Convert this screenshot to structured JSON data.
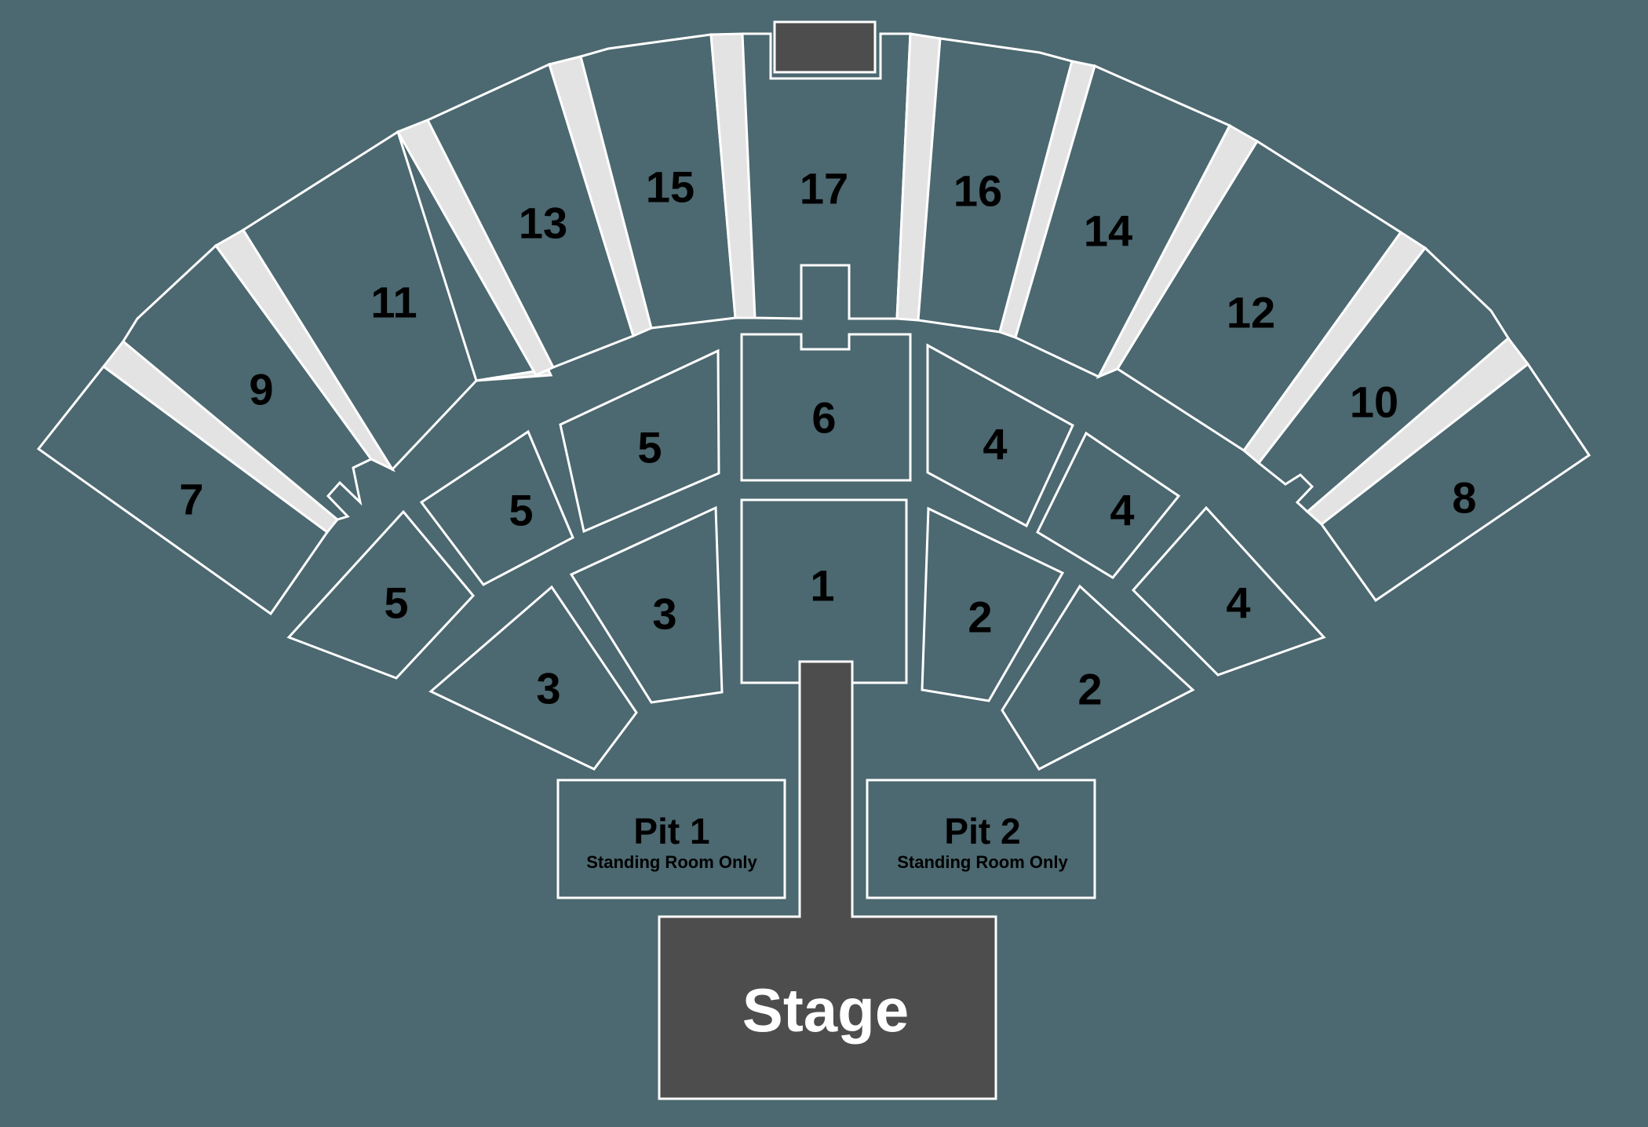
{
  "colors": {
    "background": "#4c6870",
    "section_outline": "#ffffff",
    "aisle": "#e3e3e3",
    "stage": "#4d4d4d",
    "label": "#000000",
    "stage_label": "#ffffff"
  },
  "stage": {
    "label": "Stage"
  },
  "pits": [
    {
      "label": "Pit 1",
      "sublabel": "Standing Room Only"
    },
    {
      "label": "Pit 2",
      "sublabel": "Standing Room Only"
    }
  ],
  "upper_sections": [
    {
      "id": "7",
      "label": "7"
    },
    {
      "id": "9",
      "label": "9"
    },
    {
      "id": "11",
      "label": "11"
    },
    {
      "id": "13",
      "label": "13"
    },
    {
      "id": "15",
      "label": "15"
    },
    {
      "id": "17",
      "label": "17"
    },
    {
      "id": "16",
      "label": "16"
    },
    {
      "id": "14",
      "label": "14"
    },
    {
      "id": "12",
      "label": "12"
    },
    {
      "id": "10",
      "label": "10"
    },
    {
      "id": "8",
      "label": "8"
    }
  ],
  "floor_sections": [
    {
      "id": "6",
      "label": "6"
    },
    {
      "id": "1",
      "label": "1"
    },
    {
      "id": "5a",
      "label": "5"
    },
    {
      "id": "5b",
      "label": "5"
    },
    {
      "id": "5c",
      "label": "5"
    },
    {
      "id": "3a",
      "label": "3"
    },
    {
      "id": "3b",
      "label": "3"
    },
    {
      "id": "4a",
      "label": "4"
    },
    {
      "id": "4b",
      "label": "4"
    },
    {
      "id": "4c",
      "label": "4"
    },
    {
      "id": "2a",
      "label": "2"
    },
    {
      "id": "2b",
      "label": "2"
    }
  ]
}
